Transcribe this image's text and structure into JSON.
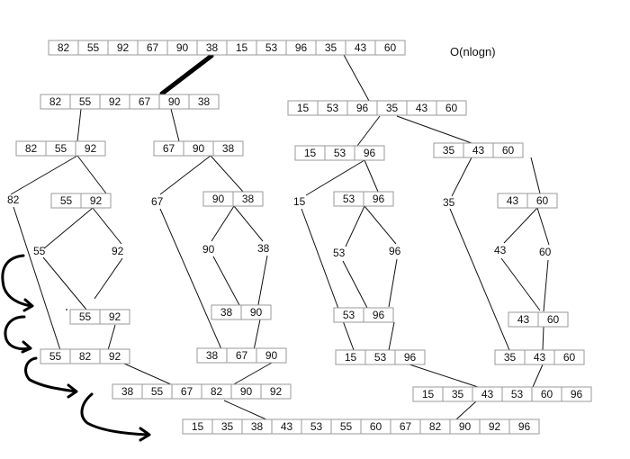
{
  "complexity_label": "O(nlogn)",
  "nodes": [
    {
      "id": "root",
      "values": [
        "82",
        "55",
        "92",
        "67",
        "90",
        "38",
        "15",
        "53",
        "96",
        "35",
        "43",
        "60"
      ]
    },
    {
      "id": "L",
      "values": [
        "82",
        "55",
        "92",
        "67",
        "90",
        "38"
      ]
    },
    {
      "id": "R",
      "values": [
        "15",
        "53",
        "96",
        "35",
        "43",
        "60"
      ]
    },
    {
      "id": "LL",
      "values": [
        "82",
        "55",
        "92"
      ]
    },
    {
      "id": "LR",
      "values": [
        "67",
        "90",
        "38"
      ]
    },
    {
      "id": "RL",
      "values": [
        "15",
        "53",
        "96"
      ]
    },
    {
      "id": "RR",
      "values": [
        "35",
        "43",
        "60"
      ]
    },
    {
      "id": "s82",
      "values": [
        "82"
      ]
    },
    {
      "id": "LLb",
      "values": [
        "55",
        "92"
      ]
    },
    {
      "id": "s67",
      "values": [
        "67"
      ]
    },
    {
      "id": "LRb",
      "values": [
        "90",
        "38"
      ]
    },
    {
      "id": "s15",
      "values": [
        "15"
      ]
    },
    {
      "id": "RLb",
      "values": [
        "53",
        "96"
      ]
    },
    {
      "id": "s35",
      "values": [
        "35"
      ]
    },
    {
      "id": "RRb",
      "values": [
        "43",
        "60"
      ]
    },
    {
      "id": "s55",
      "values": [
        "55"
      ]
    },
    {
      "id": "s92",
      "values": [
        "92"
      ]
    },
    {
      "id": "s90",
      "values": [
        "90"
      ]
    },
    {
      "id": "s38",
      "values": [
        "38"
      ]
    },
    {
      "id": "s53",
      "values": [
        "53"
      ]
    },
    {
      "id": "s96",
      "values": [
        "96"
      ]
    },
    {
      "id": "s43",
      "values": [
        "43"
      ]
    },
    {
      "id": "s60",
      "values": [
        "60"
      ]
    },
    {
      "id": "m1",
      "values": [
        "55",
        "92"
      ]
    },
    {
      "id": "m2",
      "values": [
        "38",
        "90"
      ]
    },
    {
      "id": "m3",
      "values": [
        "53",
        "96"
      ]
    },
    {
      "id": "m4",
      "values": [
        "43",
        "60"
      ]
    },
    {
      "id": "m5",
      "values": [
        "55",
        "82",
        "92"
      ]
    },
    {
      "id": "m6",
      "values": [
        "38",
        "67",
        "90"
      ]
    },
    {
      "id": "m7",
      "values": [
        "15",
        "53",
        "96"
      ]
    },
    {
      "id": "m8",
      "values": [
        "35",
        "43",
        "60"
      ]
    },
    {
      "id": "m9",
      "values": [
        "38",
        "55",
        "67",
        "82",
        "90",
        "92"
      ]
    },
    {
      "id": "m10",
      "values": [
        "15",
        "35",
        "43",
        "53",
        "60",
        "96"
      ]
    },
    {
      "id": "final",
      "values": [
        "15",
        "35",
        "38",
        "43",
        "53",
        "55",
        "60",
        "67",
        "82",
        "90",
        "92",
        "96"
      ]
    }
  ]
}
